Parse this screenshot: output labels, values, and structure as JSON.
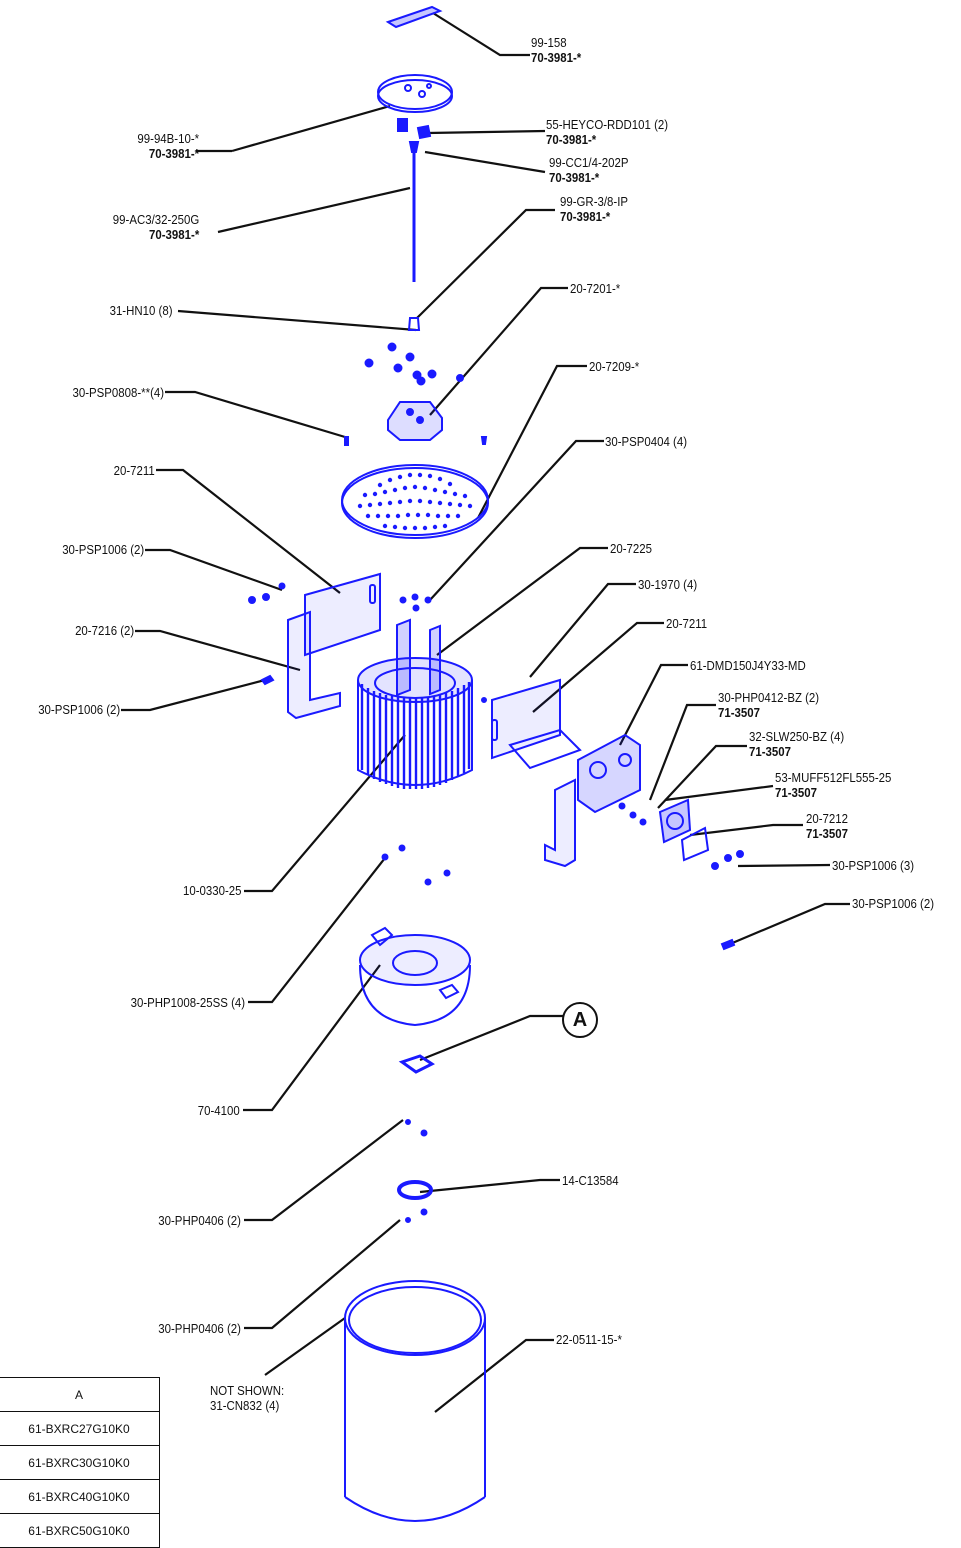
{
  "labels": {
    "l_99_158": {
      "line1": "99-158",
      "line2": "70-3981-*"
    },
    "l_99_94b": {
      "line1": "99-94B-10-*",
      "line2": "70-3981-*"
    },
    "l_55_heyco": {
      "line1": "55-HEYCO-RDD101 (2)",
      "line2": "70-3981-*"
    },
    "l_99_cc1": {
      "line1": "99-CC1/4-202P",
      "line2": "70-3981-*"
    },
    "l_99_ac3": {
      "line1": "99-AC3/32-250G",
      "line2": "70-3981-*"
    },
    "l_99_gr": {
      "line1": "99-GR-3/8-IP",
      "line2": "70-3981-*"
    },
    "l_31_hn10": {
      "line1": "31-HN10 (8)"
    },
    "l_20_7201": {
      "line1": "20-7201-*"
    },
    "l_30_psp0808": {
      "line1": "30-PSP0808-**(4)"
    },
    "l_20_7209": {
      "line1": "20-7209-*"
    },
    "l_30_psp0404": {
      "line1": "30-PSP0404 (4)"
    },
    "l_20_7211_left": {
      "line1": "20-7211"
    },
    "l_30_psp1006_a": {
      "line1": "30-PSP1006 (2)"
    },
    "l_20_7225": {
      "line1": "20-7225"
    },
    "l_30_1970": {
      "line1": "30-1970 (4)"
    },
    "l_20_7216": {
      "line1": "20-7216 (2)"
    },
    "l_20_7211_right": {
      "line1": "20-7211"
    },
    "l_61_dmd": {
      "line1": "61-DMD150J4Y33-MD"
    },
    "l_30_psp1006_b": {
      "line1": "30-PSP1006 (2)"
    },
    "l_30_php0412": {
      "line1": "30-PHP0412-BZ (2)",
      "line2": "71-3507"
    },
    "l_32_slw": {
      "line1": "32-SLW250-BZ (4)",
      "line2": "71-3507"
    },
    "l_53_muff": {
      "line1": "53-MUFF512FL555-25",
      "line2": "71-3507"
    },
    "l_20_7212": {
      "line1": "20-7212",
      "line2": "71-3507"
    },
    "l_10_0330": {
      "line1": "10-0330-25"
    },
    "l_30_psp1006_c": {
      "line1": "30-PSP1006 (3)"
    },
    "l_30_psp1006_d": {
      "line1": "30-PSP1006 (2)"
    },
    "l_30_php1008": {
      "line1": "30-PHP1008-25SS (4)"
    },
    "l_70_4100": {
      "line1": "70-4100"
    },
    "l_30_php0406_a": {
      "line1": "30-PHP0406 (2)"
    },
    "l_14_c13584": {
      "line1": "14-C13584"
    },
    "l_30_php0406_b": {
      "line1": "30-PHP0406 (2)"
    },
    "l_22_0511": {
      "line1": "22-0511-15-*"
    },
    "l_not_shown": {
      "line1": "NOT SHOWN:",
      "line2": "31-CN832 (4)"
    }
  },
  "callout": "A",
  "table": {
    "header": "A",
    "rows": [
      "61-BXRC27G10K0",
      "61-BXRC30G10K0",
      "61-BXRC40G10K0",
      "61-BXRC50G10K0"
    ]
  },
  "colors": {
    "part": "#1a1aff",
    "leader": "#111111"
  }
}
